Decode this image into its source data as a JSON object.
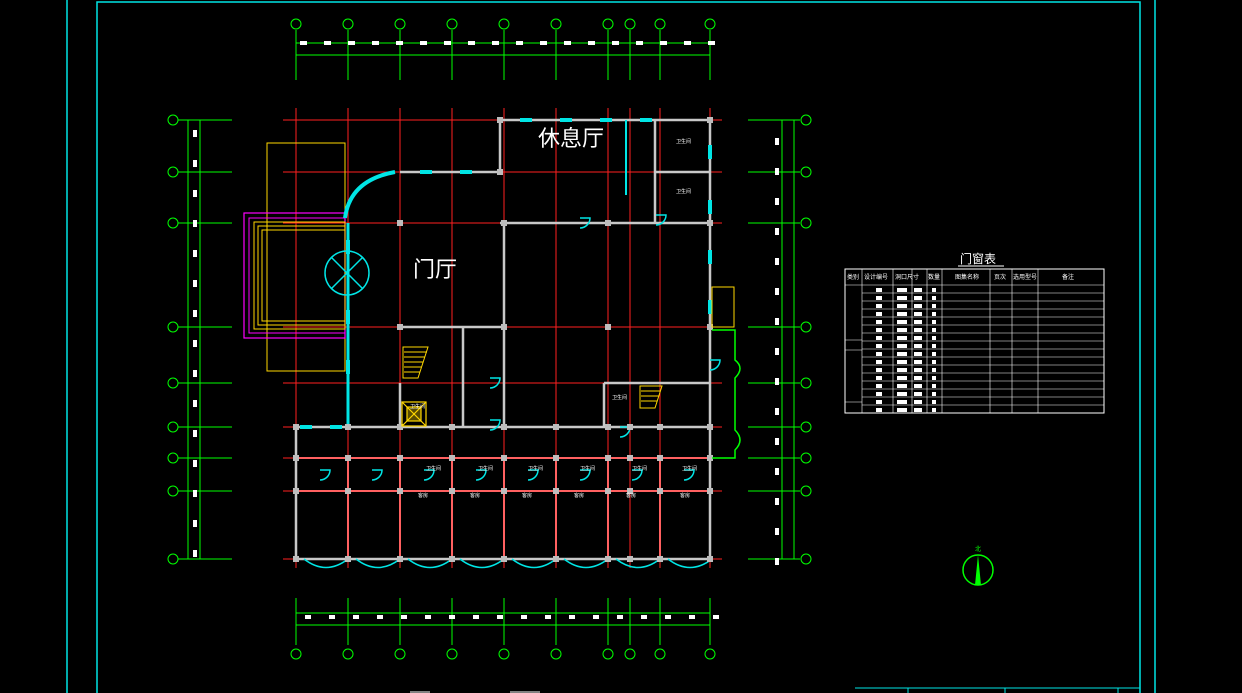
{
  "drawing": {
    "rooms": {
      "lounge": "休息厅",
      "lobby": "门厅"
    },
    "door_schedule": {
      "title": "门窗表",
      "headers": [
        "类别",
        "设计编号",
        "洞口尺寸",
        "数量",
        "图集名称",
        "页次",
        "选用型号",
        "备注"
      ]
    },
    "small_room_label": "卫生间",
    "office_label": "客房",
    "north_label": "北"
  },
  "colors": {
    "background": "#000000",
    "frame": "#00e5e5",
    "grid": "#ff2020",
    "dimension": "#00ff00",
    "wall": "#c8c8c8",
    "fixture": "#00e5e5",
    "stair": "#ffd700",
    "ramp": "#ff00ff"
  }
}
